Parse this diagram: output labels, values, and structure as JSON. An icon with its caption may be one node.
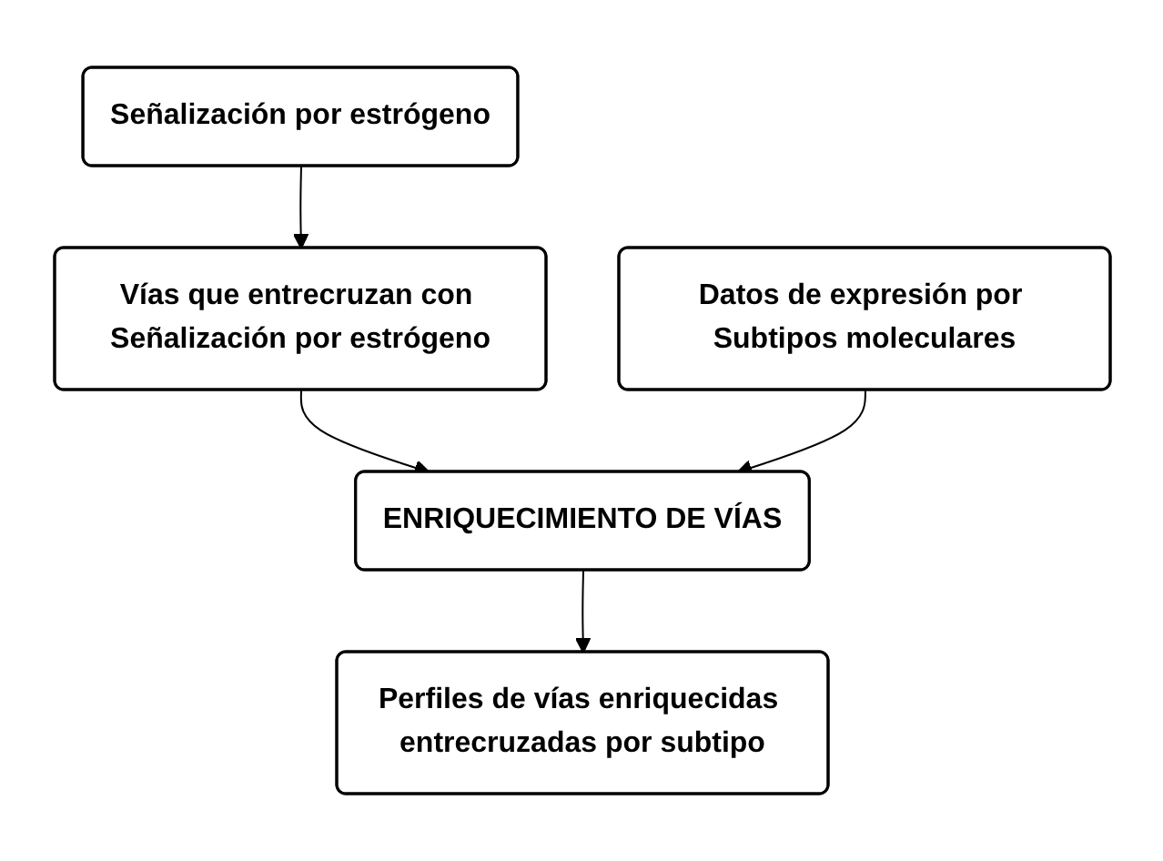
{
  "diagram": {
    "nodes": [
      {
        "text": [
          "Señalización por estrógeno"
        ]
      },
      {
        "text": [
          "Vías que entrecruzan con Señalización por estrógeno"
        ]
      },
      {
        "text": [
          "Datos de expresión por Subtipos moleculares"
        ]
      },
      {
        "text": [
          "ENRIQUECIMIENTO DE VÍAS"
        ]
      },
      {
        "text": [
          "Perfiles de vías enriquecidas entrecruzadas por subtipo"
        ]
      }
    ],
    "edges": [
      {
        "from": 0,
        "to": 1,
        "arrow": "to"
      },
      {
        "from": 1,
        "to": 3,
        "arrow": "to"
      },
      {
        "from": 2,
        "to": 3,
        "arrow": "to"
      },
      {
        "from": 3,
        "to": 4,
        "arrow": "to"
      }
    ]
  }
}
